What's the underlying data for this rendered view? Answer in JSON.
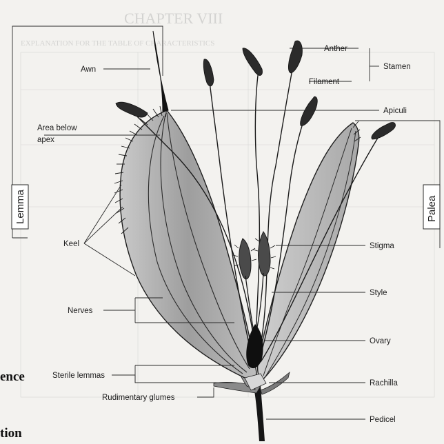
{
  "background_text": {
    "chapter": "CHAPTER VIII",
    "subheading": "EXPLANATION FOR THE TABLE OF CHARACTERISTICS"
  },
  "labels": {
    "awn": "Awn",
    "area_below_apex_1": "Area below",
    "area_below_apex_2": "apex",
    "keel": "Keel",
    "nerves": "Nerves",
    "sterile_lemmas": "Sterile lemmas",
    "rudimentary_glumes": "Rudimentary glumes",
    "anther": "Anther",
    "filament": "Filament",
    "stamen": "Stamen",
    "apiculi": "Apiculi",
    "stigma": "Stigma",
    "style": "Style",
    "ovary": "Ovary",
    "rachilla": "Rachilla",
    "pedicel": "Pedicel"
  },
  "side_labels": {
    "lemma": "Lemma",
    "palea": "Palea"
  },
  "margin_fragments": {
    "line1": "ence",
    "line2": "tion"
  }
}
